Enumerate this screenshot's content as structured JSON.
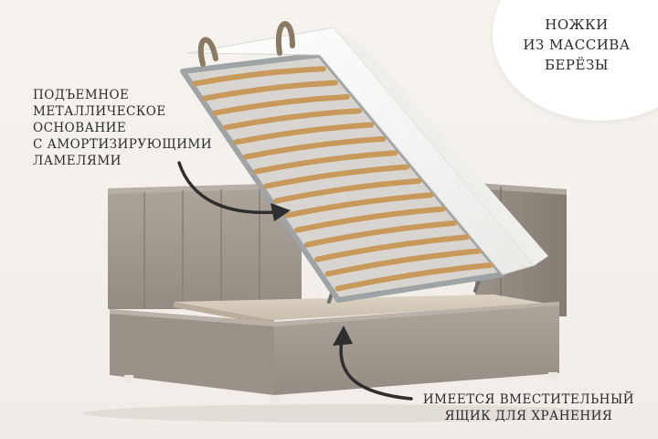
{
  "callouts": {
    "lift_base": {
      "lines": [
        "ПОДЪЕМНОЕ",
        "МЕТАЛЛИЧЕСКОЕ",
        "ОСНОВАНИЕ",
        "С АМОРТИЗИРУЮЩИМИ",
        "ЛАМЕЛЯМИ"
      ]
    },
    "storage": {
      "lines": [
        "ИМЕЕТСЯ ВМЕСТИТЕЛЬНЫЙ",
        "ЯЩИК ДЛЯ ХРАНЕНИЯ"
      ]
    },
    "legs": {
      "lines": [
        "НОЖКИ",
        "ИЗ МАССИВА",
        "БЕРЁЗЫ"
      ]
    }
  },
  "colors": {
    "background": "#f3efeb",
    "upholstery": "#a59d93",
    "upholstery_dark": "#8f877d",
    "slats": "#c79a5c",
    "frame_metal": "#9ea3a6",
    "mattress": "#f4f4f2",
    "text": "#2b2b2b",
    "arrow": "#2e2e2e"
  },
  "icons": {
    "arrow_to_base": "curved-arrow-icon",
    "arrow_to_box": "curved-arrow-icon"
  }
}
